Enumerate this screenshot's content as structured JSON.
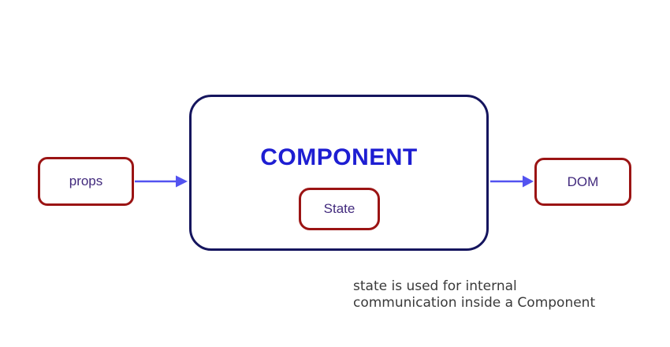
{
  "diagram": {
    "title": "COMPONENT",
    "nodes": {
      "props": {
        "label": "props"
      },
      "state": {
        "label": "State"
      },
      "dom": {
        "label": "DOM"
      }
    },
    "caption": {
      "line1": "state is used for internal",
      "line2": "communication inside a Component"
    },
    "colors": {
      "box_border_red": "#9b1414",
      "component_border_navy": "#15155e",
      "title_blue": "#1e1ed2",
      "label_purple": "#422a7d",
      "arrow_blue": "#5353f0",
      "caption_gray": "#3a3a3a",
      "background": "#ffffff"
    }
  }
}
